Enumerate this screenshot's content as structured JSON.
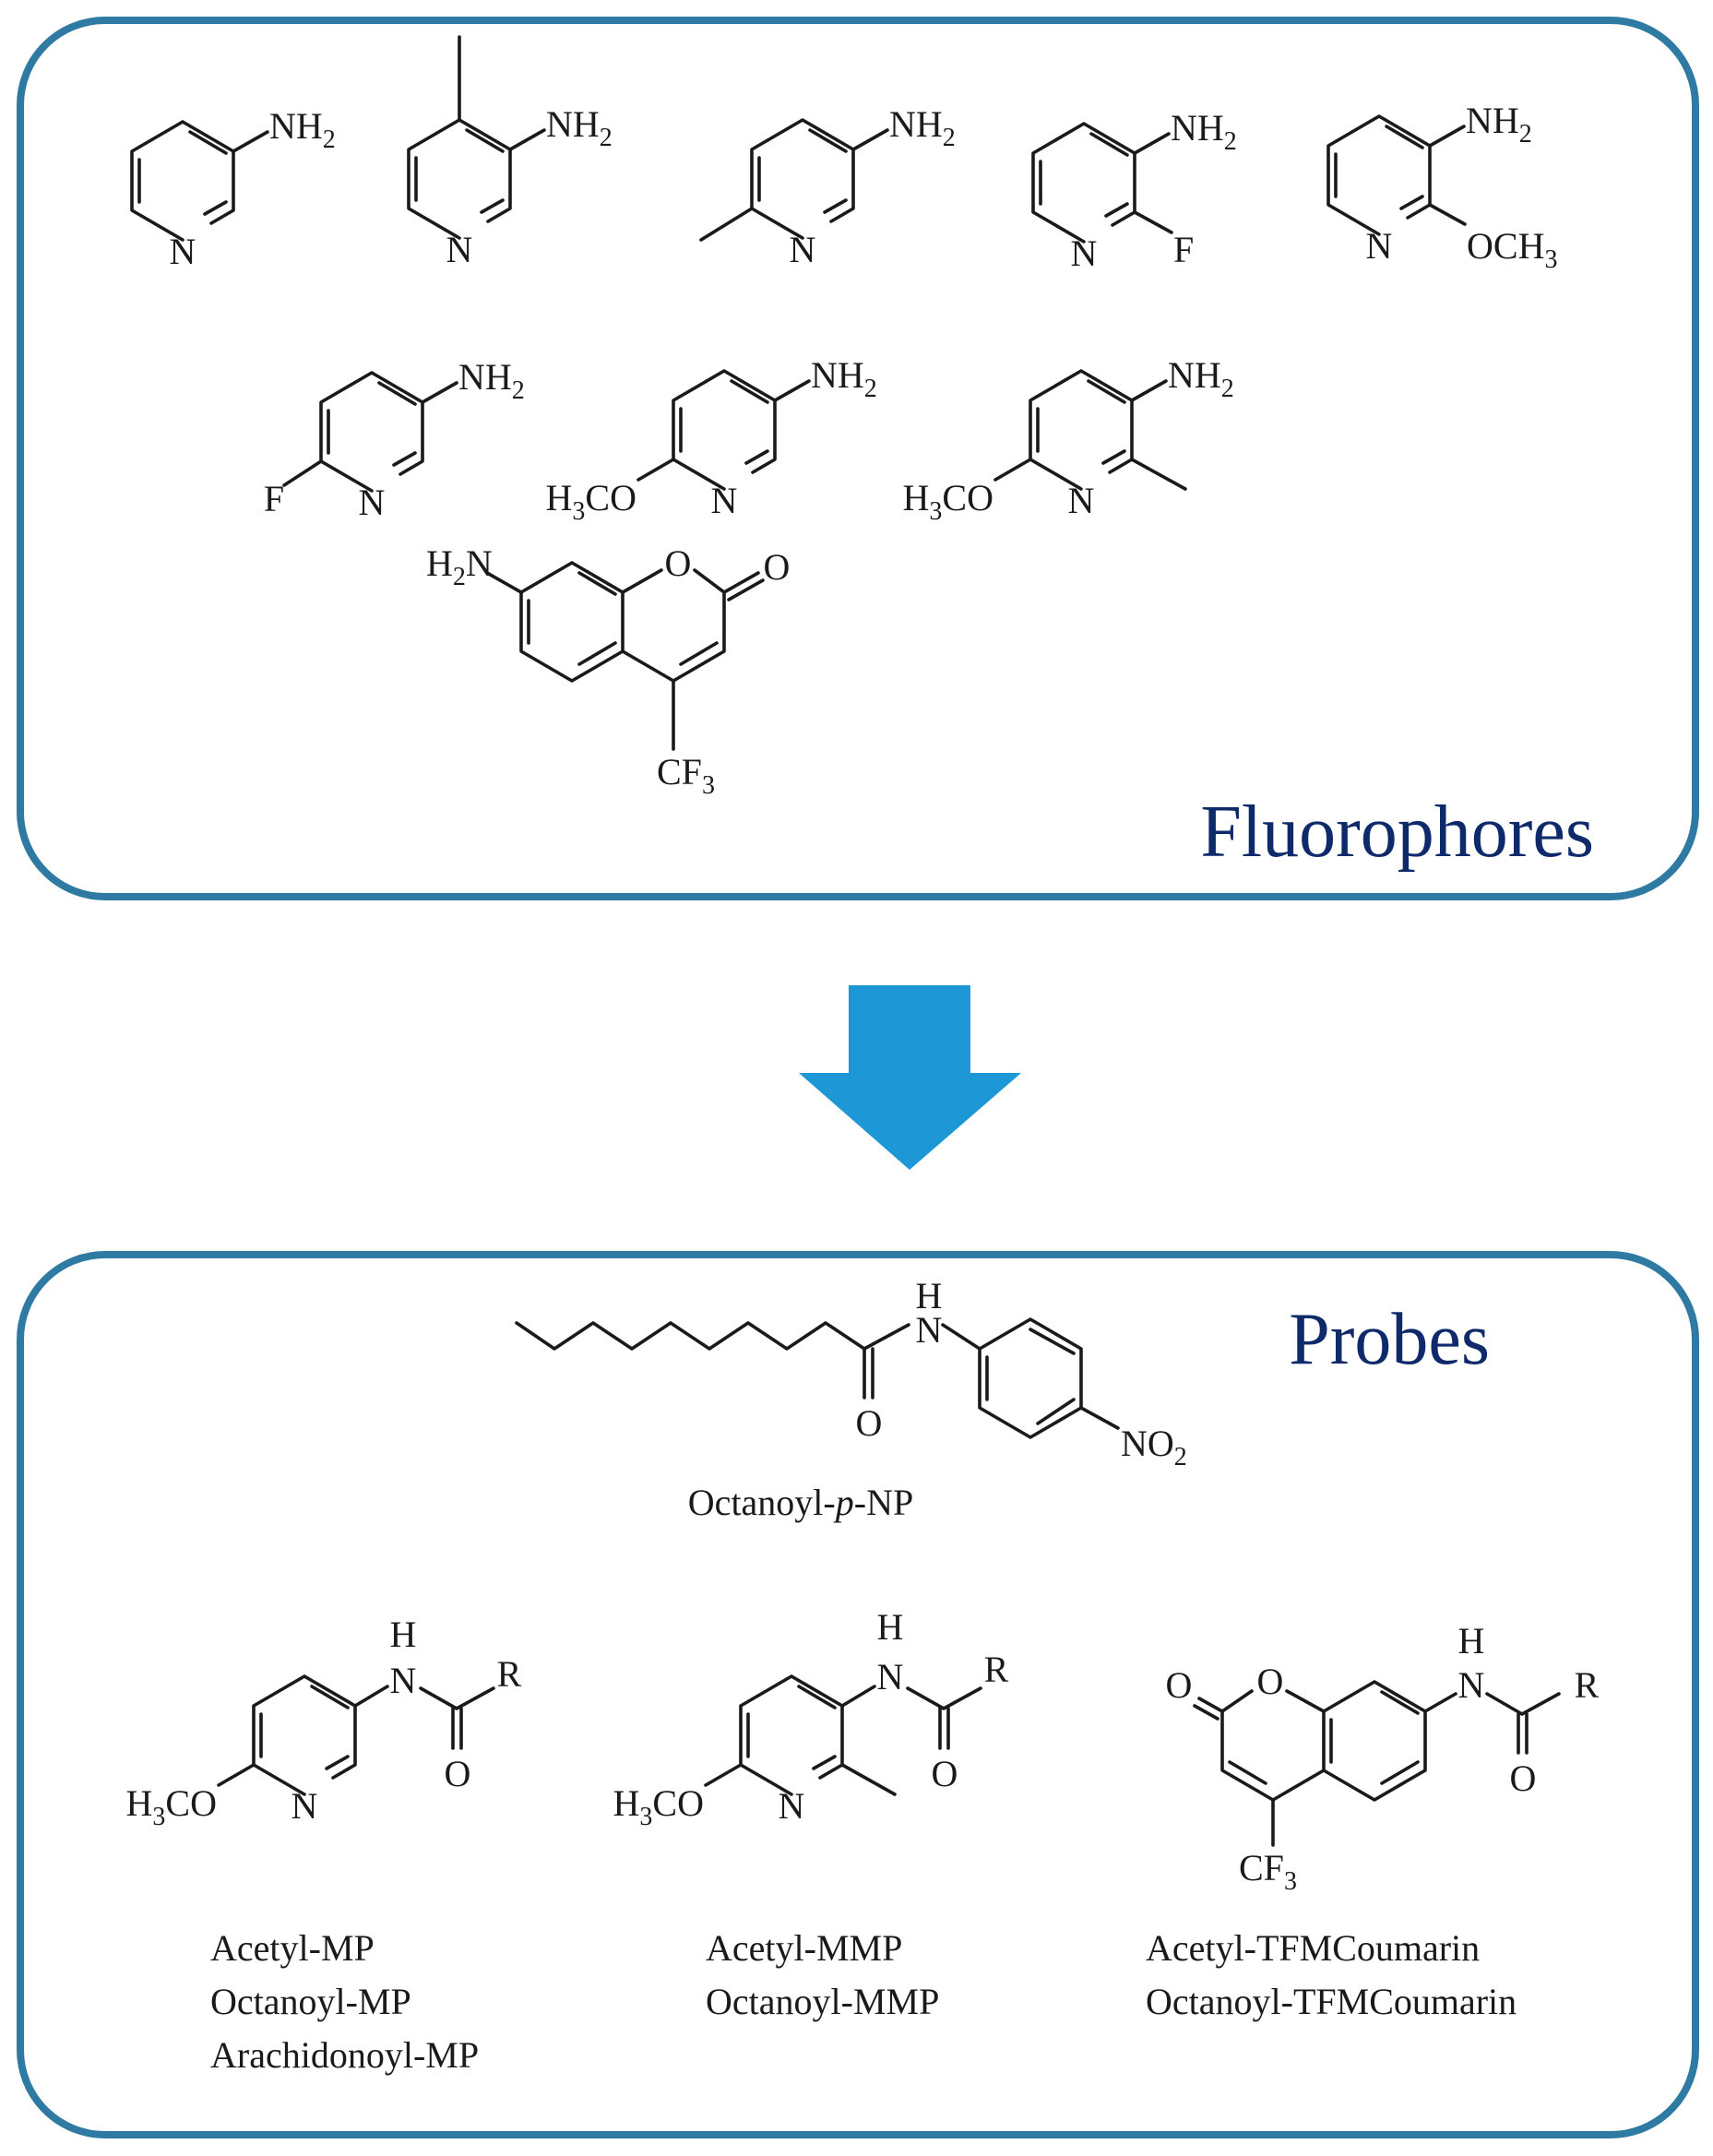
{
  "colors": {
    "frame": "#2f7aa3",
    "arrow": "#1e97d6",
    "heading": "#0f2a6b",
    "ink": "#1a1a1a"
  },
  "fluorophores": {
    "heading": "Fluorophores",
    "molecules": [
      {
        "n": "N",
        "nh2": "NH",
        "nh2_sub": "2"
      },
      {
        "n": "N",
        "nh2": "NH",
        "nh2_sub": "2"
      },
      {
        "n": "N",
        "nh2": "NH",
        "nh2_sub": "2"
      },
      {
        "n": "N",
        "nh2": "NH",
        "nh2_sub": "2",
        "f": "F"
      },
      {
        "n": "N",
        "nh2": "NH",
        "nh2_sub": "2",
        "och3": "OCH",
        "och3_sub": "3"
      },
      {
        "n": "N",
        "nh2": "NH",
        "nh2_sub": "2",
        "f": "F"
      },
      {
        "n": "N",
        "nh2": "NH",
        "nh2_sub": "2",
        "h3co_a": "H",
        "h3co_sub": "3",
        "h3co_b": "CO"
      },
      {
        "n": "N",
        "nh2": "NH",
        "nh2_sub": "2",
        "h3co_a": "H",
        "h3co_sub": "3",
        "h3co_b": "CO"
      },
      {
        "h2n_a": "H",
        "h2n_sub": "2",
        "h2n_b": "N",
        "o_ring": "O",
        "o_carbonyl": "O",
        "cf3": "CF",
        "cf3_sub": "3"
      }
    ]
  },
  "probes": {
    "heading": "Probes",
    "octanoyl_pnp": {
      "h": "H",
      "n": "N",
      "o": "O",
      "no2": "NO",
      "no2_sub": "2",
      "caption_a": "Octanoyl-",
      "caption_italic": "p",
      "caption_b": "-NP"
    },
    "mp": {
      "h": "H",
      "n_amide": "N",
      "r": "R",
      "o": "O",
      "n_ring": "N",
      "h3co_a": "H",
      "h3co_sub": "3",
      "h3co_b": "CO",
      "names": [
        "Acetyl-MP",
        "Octanoyl-MP",
        "Arachidonoyl-MP"
      ]
    },
    "mmp": {
      "h": "H",
      "n_amide": "N",
      "r": "R",
      "o": "O",
      "n_ring": "N",
      "h3co_a": "H",
      "h3co_sub": "3",
      "h3co_b": "CO",
      "names": [
        "Acetyl-MMP",
        "Octanoyl-MMP"
      ]
    },
    "tfm": {
      "h": "H",
      "n_amide": "N",
      "r": "R",
      "o": "O",
      "o_ring": "O",
      "o_carbonyl": "O",
      "cf3": "CF",
      "cf3_sub": "3",
      "names": [
        "Acetyl-TFMCoumarin",
        "Octanoyl-TFMCoumarin"
      ]
    }
  }
}
